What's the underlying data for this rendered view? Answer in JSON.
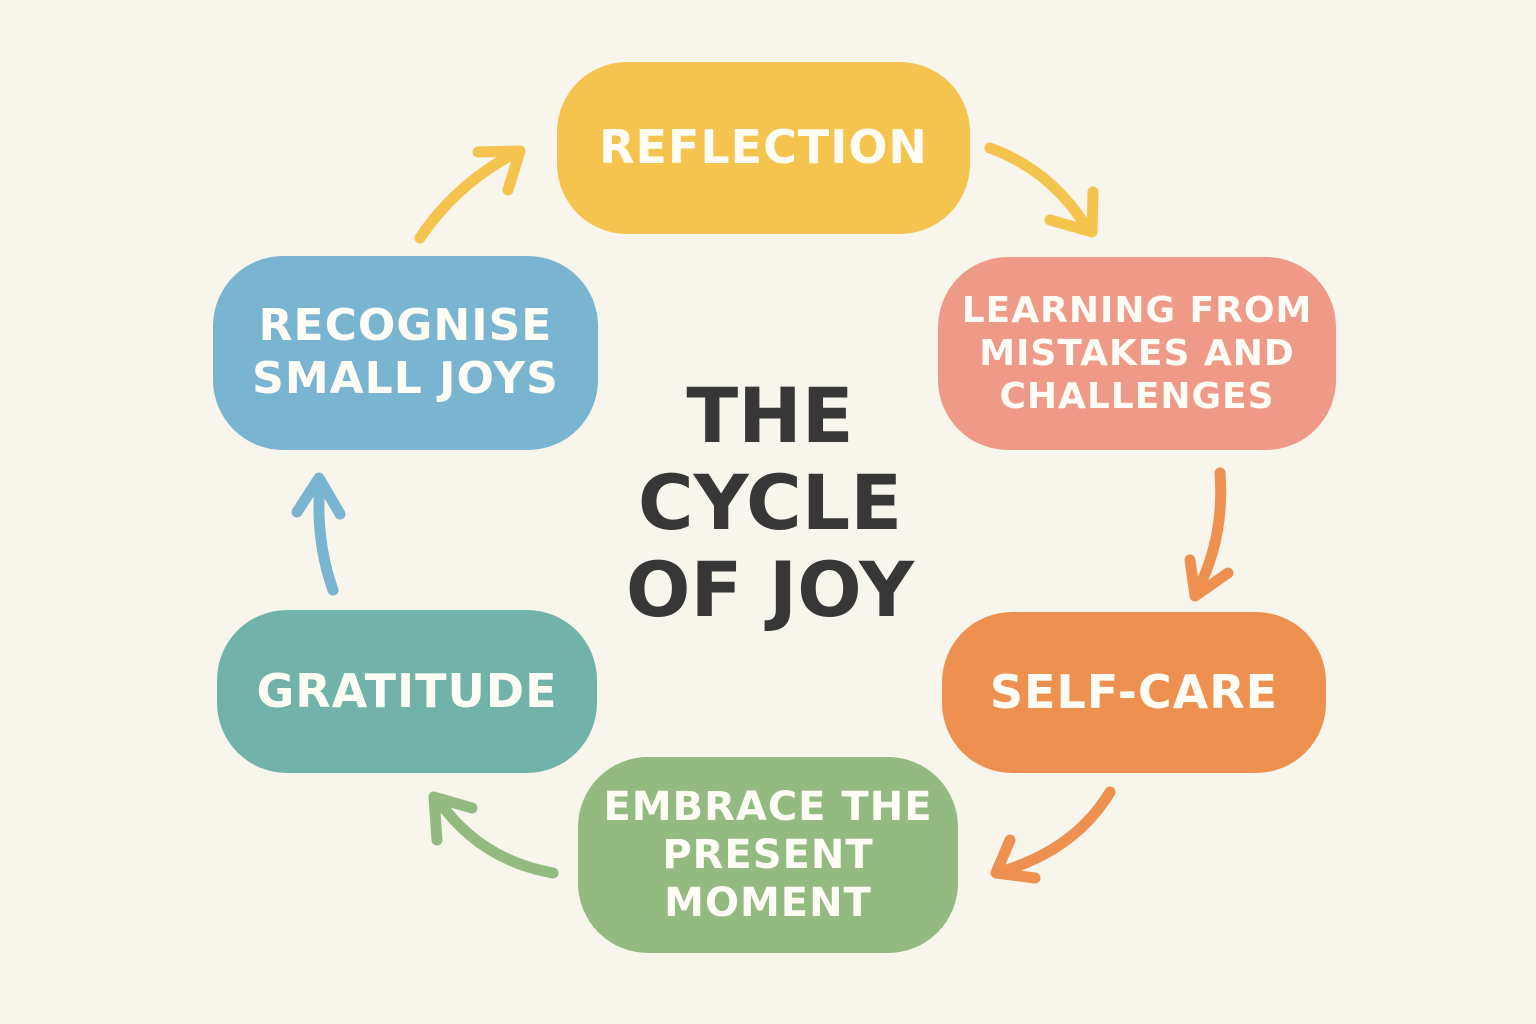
{
  "title": "THE\nCYCLE\nOF JOY",
  "steps": [
    {
      "label": "REFLECTION",
      "color": "#F4C44E"
    },
    {
      "label": "LEARNING FROM\nMISTAKES AND\nCHALLENGES",
      "color": "#EF9A88"
    },
    {
      "label": "SELF-CARE",
      "color": "#EE9150"
    },
    {
      "label": "EMBRACE THE\nPRESENT\nMOMENT",
      "color": "#93BA80"
    },
    {
      "label": "GRATITUDE",
      "color": "#72B3A9"
    },
    {
      "label": "RECOGNISE\nSMALL JOYS",
      "color": "#79B5D0"
    }
  ]
}
